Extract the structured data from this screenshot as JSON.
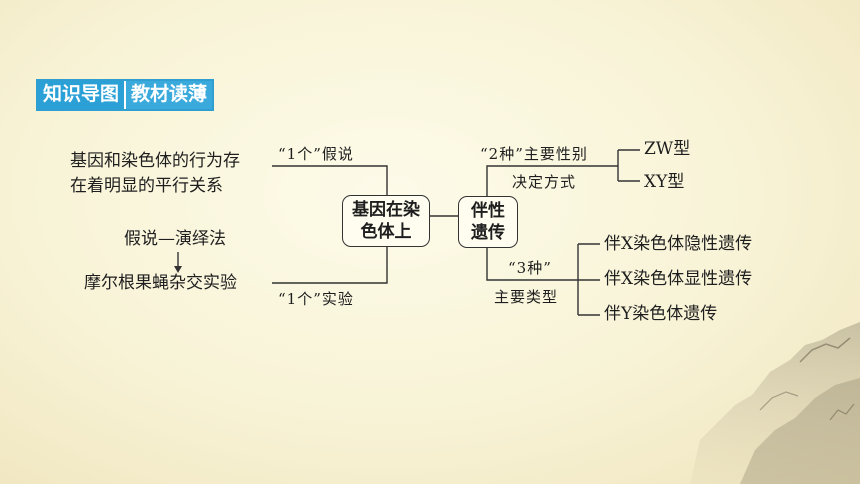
{
  "header": {
    "tag1": "知识导图",
    "tag2": "教材读薄"
  },
  "left": {
    "hypothesis_line1": "基因和染色体的行为存",
    "hypothesis_line2": "在着明显的平行关系",
    "hypothesis_edge": "“1个”假说",
    "method": "假说—演绎法",
    "experiment": "摩尔根果蝇杂交实验",
    "experiment_edge": "“1个”实验"
  },
  "center": {
    "box1_line1": "基因在染",
    "box1_line2": "色体上",
    "box2_line1": "伴性",
    "box2_line2": "遗传"
  },
  "right": {
    "two_label_line1": "“2种”主要性别",
    "two_label_line2": "决定方式",
    "zw": "ZW型",
    "xy": "XY型",
    "three_label_line1": "“3种”",
    "three_label_line2": "主要类型",
    "type1": "伴X染色体隐性遗传",
    "type2": "伴X染色体显性遗传",
    "type3": "伴Y染色体遗传"
  }
}
